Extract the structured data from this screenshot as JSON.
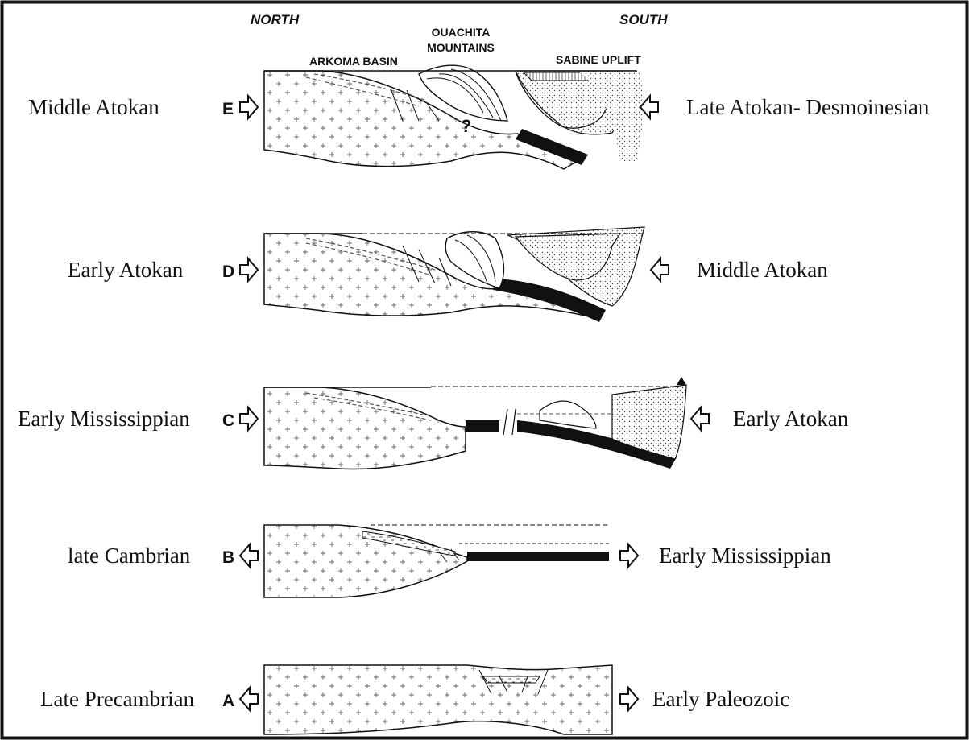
{
  "header": {
    "north": "NORTH",
    "south": "SOUTH",
    "ouachita_line1": "OUACHITA",
    "ouachita_line2": "MOUNTAINS",
    "arkoma": "ARKOMA BASIN",
    "sabine": "SABINE UPLIFT"
  },
  "question_mark": "?",
  "stages": [
    {
      "letter": "E",
      "left_label": "Middle Atokan",
      "right_label": "Late Atokan- Desmoinesian",
      "left_arrow": "right",
      "right_arrow": "left"
    },
    {
      "letter": "D",
      "left_label": "Early Atokan",
      "right_label": "Middle Atokan",
      "left_arrow": "right",
      "right_arrow": "left"
    },
    {
      "letter": "C",
      "left_label": "Early Mississippian",
      "right_label": "Early Atokan",
      "left_arrow": "right",
      "right_arrow": "left"
    },
    {
      "letter": "B",
      "left_label": "late Cambrian",
      "right_label": "Early Mississippian",
      "left_arrow": "left",
      "right_arrow": "right"
    },
    {
      "letter": "A",
      "left_label": "Late Precambrian",
      "right_label": "Early Paleozoic",
      "left_arrow": "left",
      "right_arrow": "right"
    }
  ]
}
